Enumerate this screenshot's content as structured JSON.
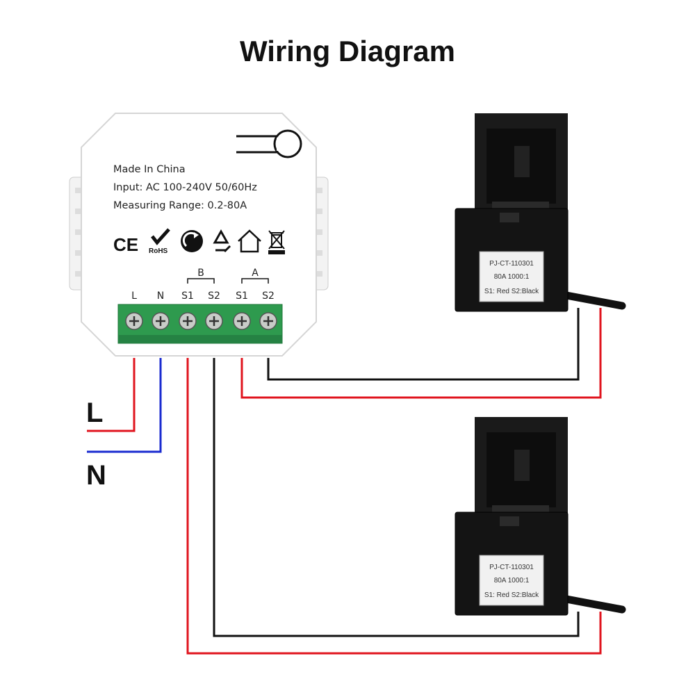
{
  "title": "Wiring Diagram",
  "device": {
    "line1": "Made In China",
    "line2": "Input: AC 100-240V 50/60Hz",
    "line3": "Measuring Range: 0.2-80A",
    "certs": {
      "ce": "CE",
      "rohs": "RoHS"
    },
    "group_b": "B",
    "group_a": "A",
    "terminals": [
      "L",
      "N",
      "S1",
      "S2",
      "S1",
      "S2"
    ]
  },
  "supply": {
    "live": "L",
    "neutral": "N"
  },
  "ct": {
    "model": "PJ-CT-110301",
    "rating": "80A 1000:1",
    "wiring": "S1: Red  S2:Black"
  },
  "colors": {
    "live": "#e0141e",
    "neutral": "#1a2bd0",
    "signal_black": "#111111",
    "terminal_green": "#2e9a4e",
    "ct_body": "#141414"
  }
}
